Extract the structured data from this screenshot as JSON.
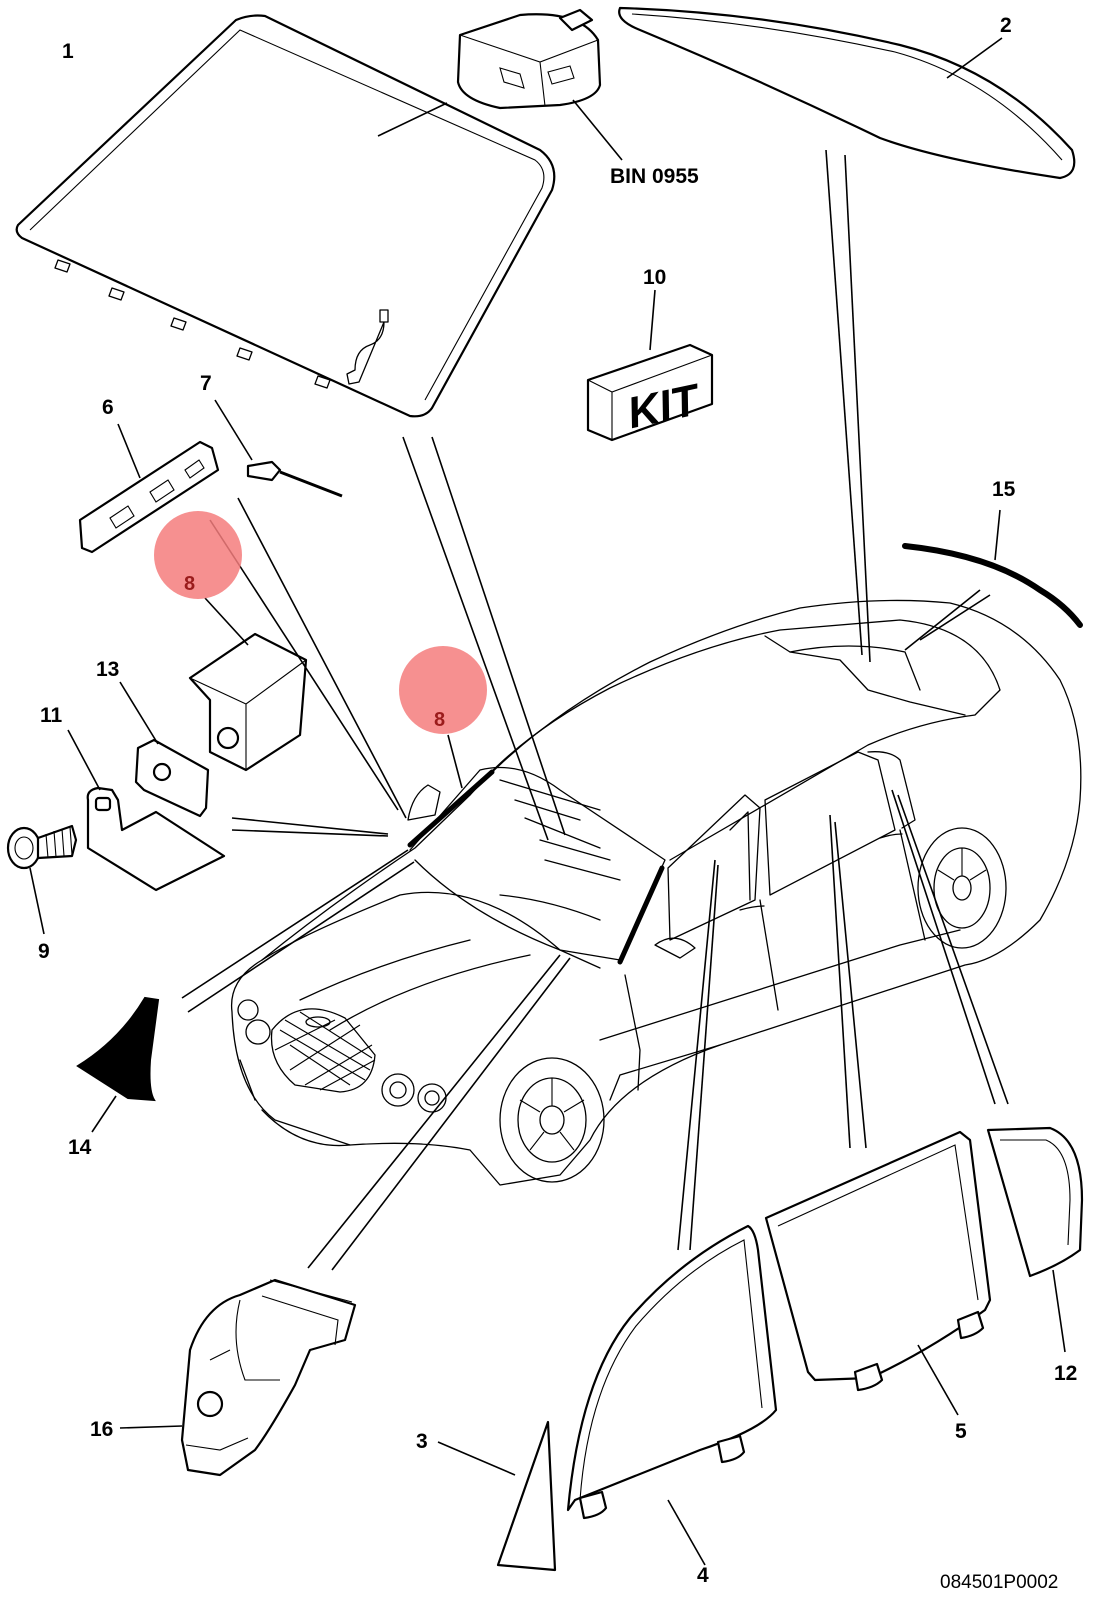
{
  "diagram": {
    "callouts": [
      {
        "id": "c1",
        "text": "1"
      },
      {
        "id": "c2",
        "text": "2"
      },
      {
        "id": "c3",
        "text": "3"
      },
      {
        "id": "c4",
        "text": "4"
      },
      {
        "id": "c5",
        "text": "5"
      },
      {
        "id": "c6",
        "text": "6"
      },
      {
        "id": "c7",
        "text": "7"
      },
      {
        "id": "c8a",
        "text": "8"
      },
      {
        "id": "c8b",
        "text": "8"
      },
      {
        "id": "c9",
        "text": "9"
      },
      {
        "id": "c10",
        "text": "10"
      },
      {
        "id": "c11",
        "text": "11"
      },
      {
        "id": "c12",
        "text": "12"
      },
      {
        "id": "c13",
        "text": "13"
      },
      {
        "id": "c14",
        "text": "14"
      },
      {
        "id": "c15",
        "text": "15"
      },
      {
        "id": "c16",
        "text": "16"
      }
    ],
    "sensor_label": "BIN 0955",
    "kit_label": "KIT",
    "drawing_code": "084501P0002",
    "highlight_color": "#f47c7c"
  }
}
